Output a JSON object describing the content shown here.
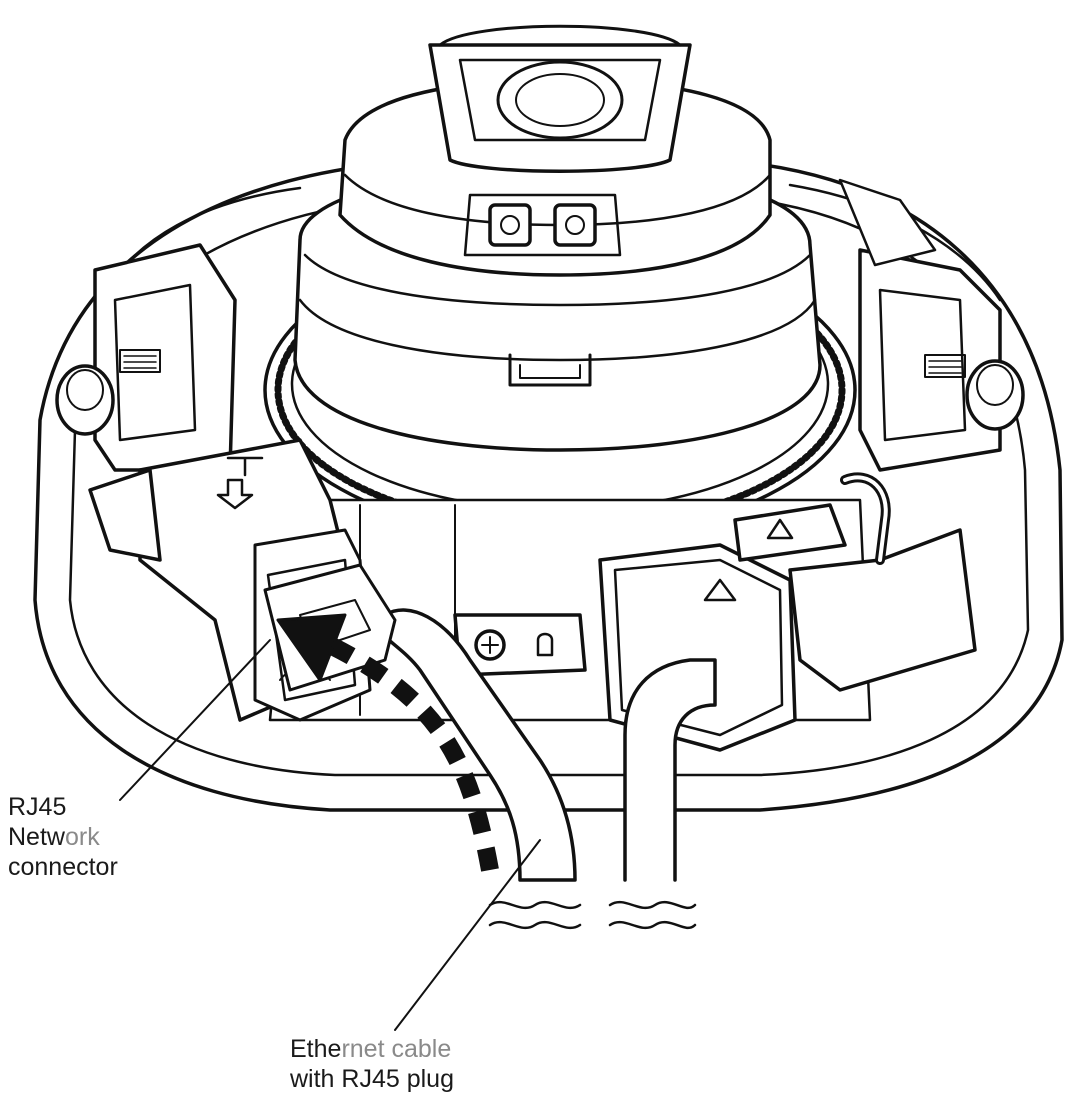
{
  "labels": {
    "rj45_line1": "RJ45",
    "rj45_line2_a": "Netw",
    "rj45_line2_b": "ork",
    "rj45_line3": "connector",
    "ethernet_line1_a": "Ethe",
    "ethernet_line1_b": "rnet cable",
    "ethernet_line2": "with RJ45 plug"
  },
  "colors": {
    "line": "#111111",
    "label_text": "#1a1a1a",
    "label_text_faded": "#8a8a8a"
  },
  "icons": [
    "top-arrow-icon",
    "triangle-mark-icon",
    "ground-screw-icon"
  ]
}
